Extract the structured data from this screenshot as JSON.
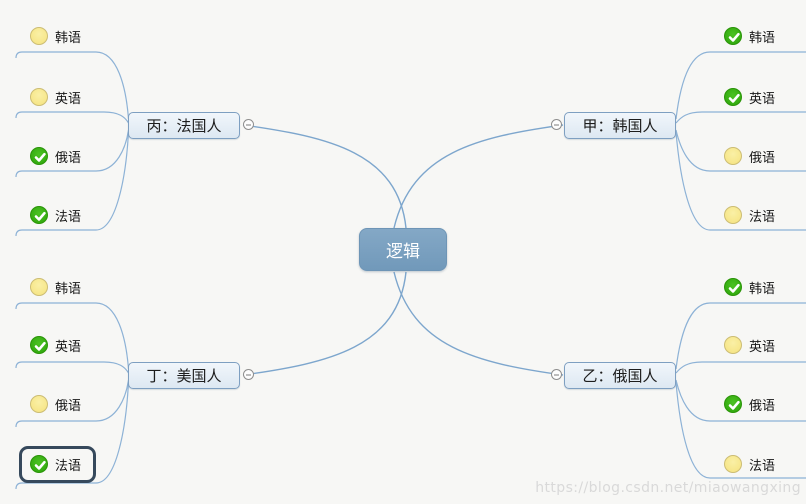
{
  "page": {
    "background": "#f7f7f5",
    "watermark": "https://blog.csdn.net/miaowangxing"
  },
  "colors": {
    "root_fill": "#7ba1c0",
    "node_fill": "#e7eef6",
    "node_border": "#7e9fc1",
    "connector_blue": "#86abd0",
    "checked_green": "#35b011",
    "unchecked_yellow": "#f6e488",
    "selection_border": "#36495c"
  },
  "icons": {
    "checked": "check-circle-icon",
    "unchecked": "empty-circle-icon",
    "collapse": "collapse-minus-icon"
  },
  "mindmap": {
    "root": {
      "label": "逻辑"
    },
    "branches": [
      {
        "label": "丙：法国人",
        "position": "top-left",
        "leaves": [
          {
            "label": "韩语",
            "state": "unchecked"
          },
          {
            "label": "英语",
            "state": "unchecked"
          },
          {
            "label": "俄语",
            "state": "checked"
          },
          {
            "label": "法语",
            "state": "checked"
          }
        ]
      },
      {
        "label": "甲：韩国人",
        "position": "top-right",
        "leaves": [
          {
            "label": "韩语",
            "state": "checked"
          },
          {
            "label": "英语",
            "state": "checked"
          },
          {
            "label": "俄语",
            "state": "unchecked"
          },
          {
            "label": "法语",
            "state": "unchecked"
          }
        ]
      },
      {
        "label": "丁：美国人",
        "position": "bottom-left",
        "leaves": [
          {
            "label": "韩语",
            "state": "unchecked"
          },
          {
            "label": "英语",
            "state": "checked"
          },
          {
            "label": "俄语",
            "state": "unchecked"
          },
          {
            "label": "法语",
            "state": "checked",
            "selected": true
          }
        ]
      },
      {
        "label": "乙：俄国人",
        "position": "bottom-right",
        "leaves": [
          {
            "label": "韩语",
            "state": "checked"
          },
          {
            "label": "英语",
            "state": "unchecked"
          },
          {
            "label": "俄语",
            "state": "checked"
          },
          {
            "label": "法语",
            "state": "unchecked"
          }
        ]
      }
    ]
  }
}
